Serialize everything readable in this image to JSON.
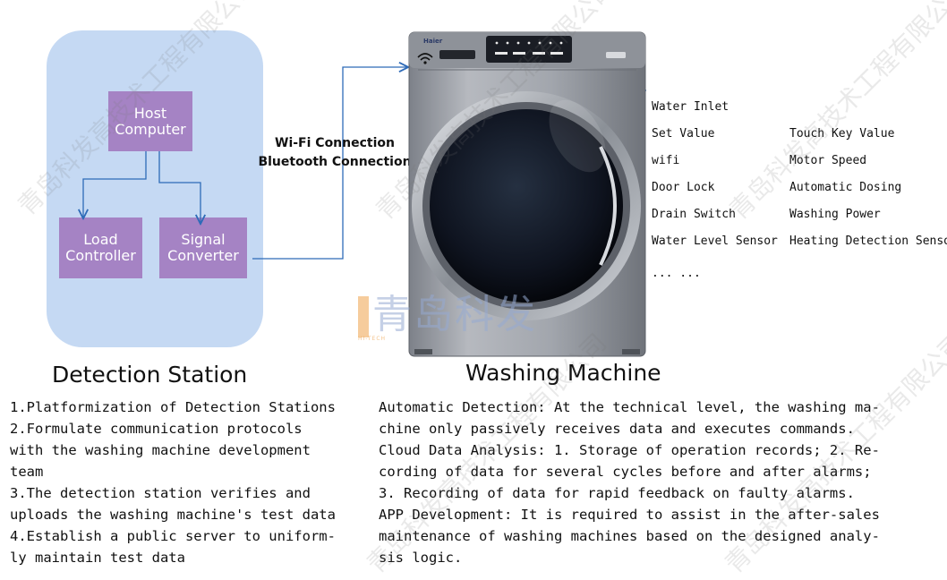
{
  "diagram": {
    "nodes": {
      "host_computer": "Host\nComputer",
      "load_controller": "Load\nController",
      "signal_converter": "Signal\nConverter"
    },
    "connection_labels": [
      "Wi-Fi Connection",
      "Bluetooth Connection"
    ],
    "washer_brand": "Haier",
    "watermark_logo": "青岛科发",
    "watermark_logo_sub": "HI-TECH",
    "watermark_text": "青岛科发高技术工程有限公司"
  },
  "signals": {
    "left": [
      "Water Inlet",
      "Set Value",
      "wifi",
      "Door Lock",
      "Drain Switch",
      "Water Level Sensor",
      "... ..."
    ],
    "right": [
      "Touch Key Value",
      "Motor Speed",
      "Automatic Dosing",
      "Washing Power",
      "Heating Detection Sensor"
    ]
  },
  "detection_station": {
    "title": "Detection Station",
    "lines": [
      "1.Platformization of Detection Stations",
      "2.Formulate communication protocols",
      "with the washing machine development",
      "team",
      "3.The detection station verifies and",
      "uploads the washing machine's test data",
      "4.Establish a public server to uniform-",
      "ly maintain test data"
    ]
  },
  "washing_machine": {
    "title": "Washing Machine",
    "lines": [
      "Automatic Detection: At the technical level, the washing ma-",
      "chine only passively receives data and executes commands.",
      "Cloud Data Analysis: 1. Storage of operation records; 2. Re-",
      "cording of data for several cycles before and after alarms;",
      "3. Recording of data for rapid feedback on faulty alarms.",
      "APP Development: It is required to assist in the after-sales",
      "maintenance of washing machines based on the designed analy-",
      "sis logic."
    ]
  },
  "colors": {
    "station_bg": "#c5d9f3",
    "node_fill": "#a583c4",
    "arrow": "#2e6bb8",
    "washer_body": "#9a9ea6"
  }
}
